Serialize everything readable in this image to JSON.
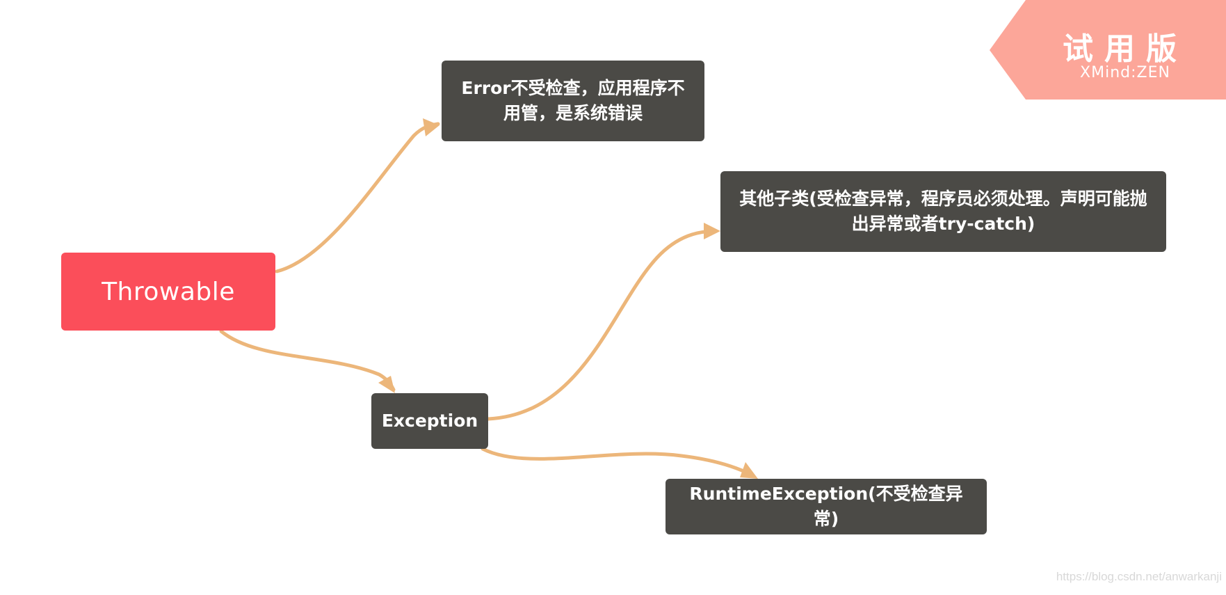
{
  "colors": {
    "root": "#fb4e5a",
    "node": "#4b4a46",
    "connector": "#ecb67a",
    "trial_badge": "#fca699",
    "watermark": "#d8d8d8"
  },
  "nodes": {
    "root": "Throwable",
    "error": "Error不受检查，应用程序不用管，是系统错误",
    "exception": "Exception",
    "checked": "其他子类(受检查异常，程序员必须处理。声明可能抛出异常或者try-catch)",
    "runtime": "RuntimeException(不受检查异常)"
  },
  "trial_badge": {
    "title": "试用版",
    "subtitle": "XMind:ZEN"
  },
  "watermark": "https://blog.csdn.net/anwarkanji"
}
